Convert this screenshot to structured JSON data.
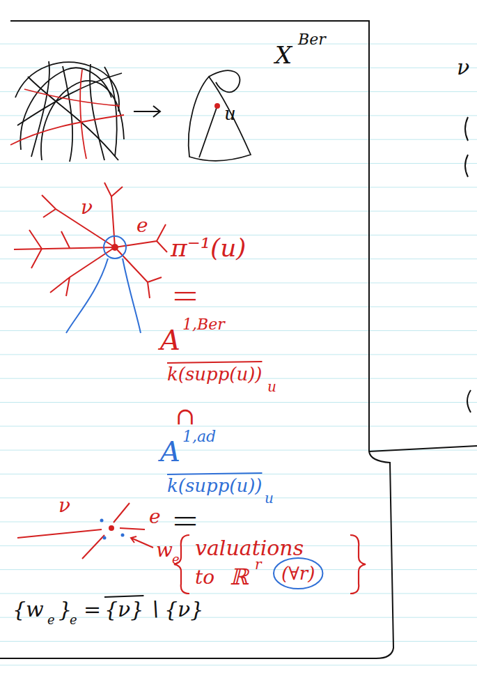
{
  "diagram": {
    "nodes": [
      {
        "text": [
          "(∀r)"
        ]
      }
    ],
    "labels": [
      "X",
      "Ber",
      "u",
      "ν",
      "π⁻¹(u)",
      "ν",
      "e",
      "||",
      "A",
      "1,Ber",
      "k(supp(u))",
      "u",
      "∩",
      "A",
      "1,ad",
      "k(supp(u))",
      "u",
      "||",
      "valuations",
      "to",
      "ℝ",
      "r",
      "ν",
      "e",
      "w",
      "e",
      "{w",
      "e",
      "}",
      "e",
      "=",
      "{ν}",
      "∖",
      "{ν}"
    ]
  }
}
